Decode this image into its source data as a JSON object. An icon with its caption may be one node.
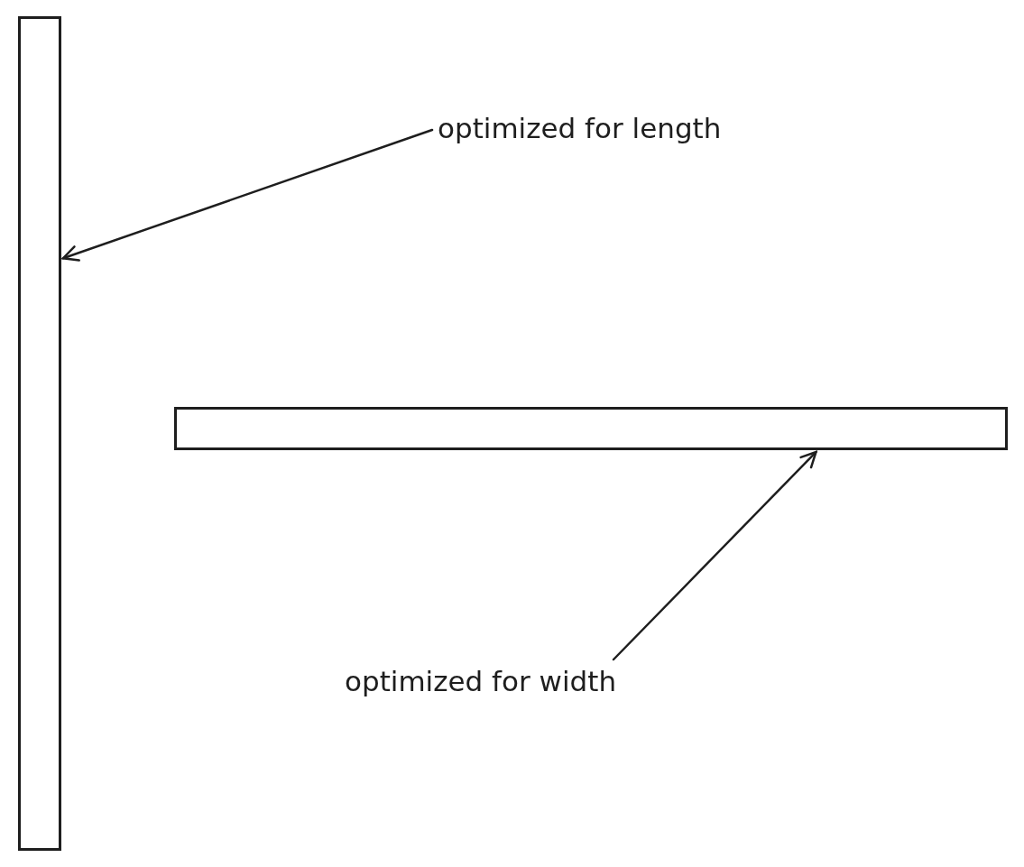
{
  "diagram": {
    "nodes": [
      {
        "text": [],
        "shape": "bar"
      },
      {
        "text": [
          "optimized for length"
        ]
      },
      {
        "text": [],
        "shape": "bar"
      },
      {
        "text": [
          "optimized for width"
        ]
      }
    ],
    "edges": [
      {
        "from": 1,
        "to": 0,
        "arrow": "to"
      },
      {
        "from": 3,
        "to": 2,
        "arrow": "to"
      }
    ]
  }
}
